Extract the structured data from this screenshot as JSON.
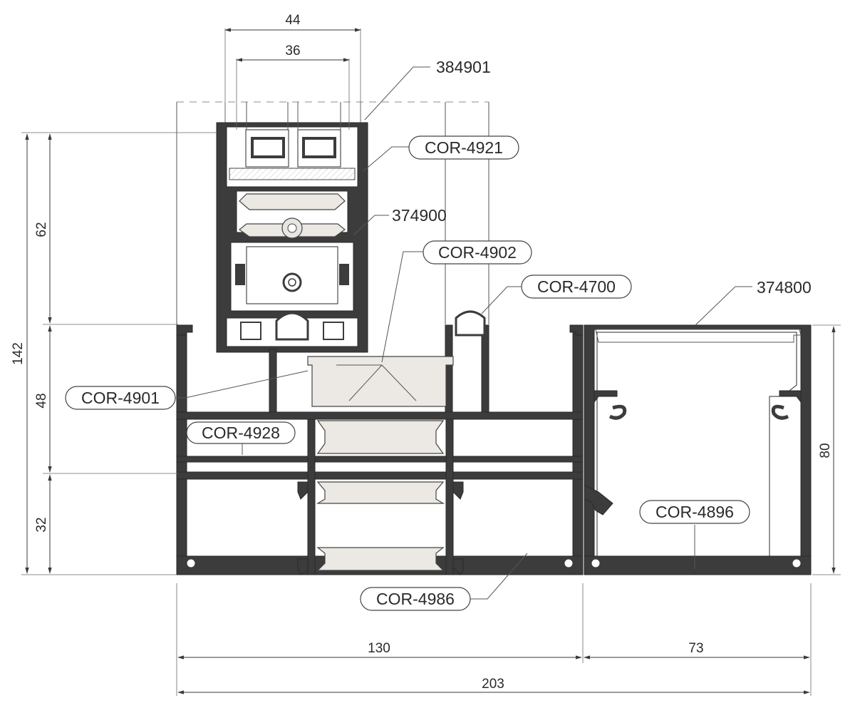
{
  "dimensions": {
    "width_44": "44",
    "width_36": "36",
    "height_62": "62",
    "height_48": "48",
    "height_32": "32",
    "height_total_142": "142",
    "height_80": "80",
    "width_130": "130",
    "width_73": "73",
    "width_total_203": "203"
  },
  "part_numbers": {
    "p384901": "384901",
    "p374900": "374900",
    "p374800": "374800"
  },
  "callouts": {
    "cor_4921": "COR-4921",
    "cor_4902": "COR-4902",
    "cor_4700": "COR-4700",
    "cor_4901": "COR-4901",
    "cor_4928": "COR-4928",
    "cor_4896": "COR-4896",
    "cor_4986": "COR-4986"
  }
}
